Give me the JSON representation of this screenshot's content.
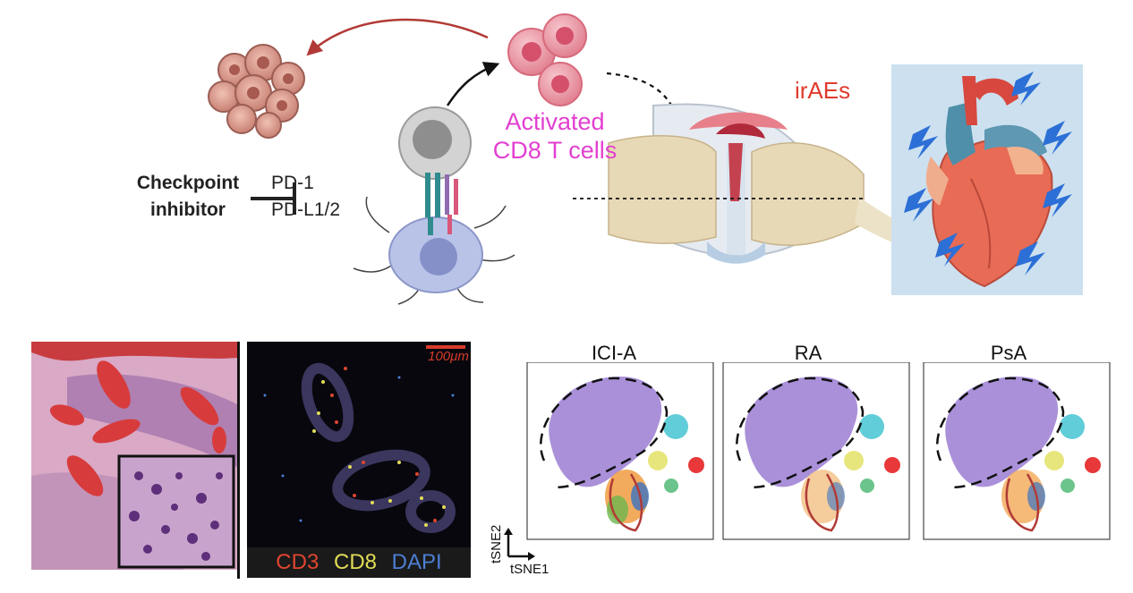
{
  "labels": {
    "checkpoint_line1": "Checkpoint",
    "checkpoint_line2": "inhibitor",
    "pd1": "PD-1",
    "pdl": "PD-L1/2",
    "activated_line1": "Activated",
    "activated_line2": "CD8 T cells",
    "irae": "irAEs"
  },
  "microscopy": {
    "scale_bar": "100μm",
    "channels": [
      {
        "name": "CD3",
        "color": "#e0452f"
      },
      {
        "name": "CD8",
        "color": "#e2dd57"
      },
      {
        "name": "DAPI",
        "color": "#4d7fd4"
      }
    ]
  },
  "tsne": {
    "panels": [
      "ICI-A",
      "RA",
      "PsA"
    ],
    "x_axis": "tSNE1",
    "y_axis": "tSNE2"
  },
  "colors": {
    "arrow_red": "#b13a36",
    "dashed": "#111111",
    "purple_cluster": "#9b7cd2",
    "orange_cluster": "#f1a24b",
    "blue_cluster": "#3a73c2",
    "cyan_cluster": "#45c4d1",
    "red_cluster": "#e8383a"
  }
}
